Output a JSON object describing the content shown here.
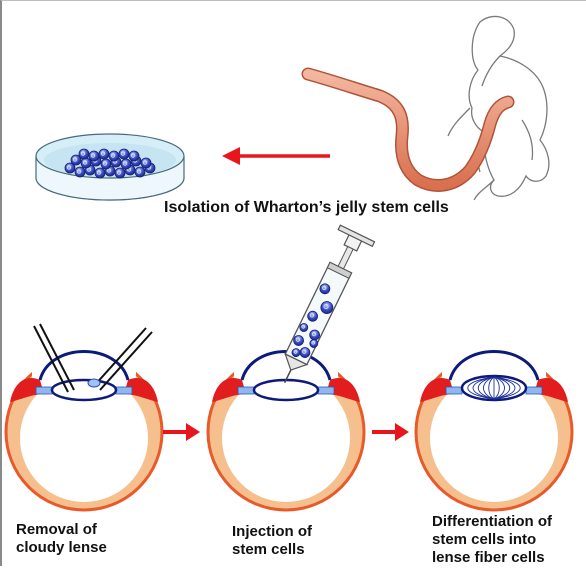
{
  "captions": {
    "isolation": "Isolation of Wharton’s jelly stem cells",
    "step1_line1": "Removal of",
    "step1_line2": "cloudy lense",
    "step2_line1": "Injection of",
    "step2_line2": "stem cells",
    "step3_line1": "Differentiation of",
    "step3_line2": "stem cells into",
    "step3_line3": "lense fiber cells"
  },
  "colors": {
    "arrow": "#e8161c",
    "cord": "#e48a6f",
    "sclera": "#e85a2a",
    "choroid": "#f6c08e",
    "iris": "#e11d1d",
    "cell": "#2f3fb0",
    "lens_outline": "#0d1a7a",
    "dish_liquid": "#bfe0f0"
  }
}
